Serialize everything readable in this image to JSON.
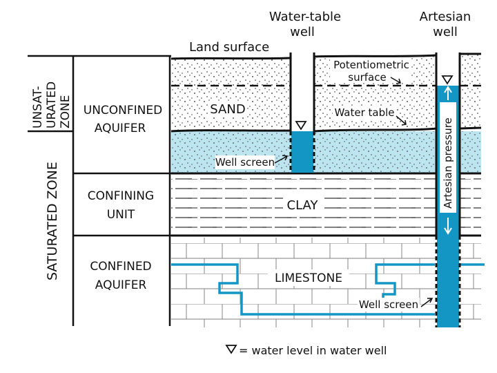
{
  "labels": {
    "water_table_well_1": "Water-table",
    "water_table_well_2": "well",
    "artesian_well_1": "Artesian",
    "artesian_well_2": "well",
    "land_surface": "Land surface",
    "potentiometric_1": "Potentiometric",
    "potentiometric_2": "surface",
    "sand": "SAND",
    "water_table": "Water table",
    "well_screen_upper": "Well screen",
    "clay": "CLAY",
    "limestone": "LIMESTONE",
    "well_screen_lower": "Well screen",
    "artesian_pressure": "Artesian pressure",
    "unsat_1": "UNSAT-",
    "unsat_2": "URATED",
    "unsat_3": "ZONE",
    "saturated_zone": "SATURATED ZONE",
    "unconfined_1": "UNCONFINED",
    "unconfined_2": "AQUIFER",
    "confining_1": "CONFINING",
    "confining_2": "UNIT",
    "confined_1": "CONFINED",
    "confined_2": "AQUIFER",
    "legend": "= water level in water well"
  },
  "colors": {
    "water": "#bde5f0",
    "well_water": "#1496c4",
    "ink": "#111111"
  },
  "icons": {
    "water_level": "water-level-triangle-icon"
  }
}
